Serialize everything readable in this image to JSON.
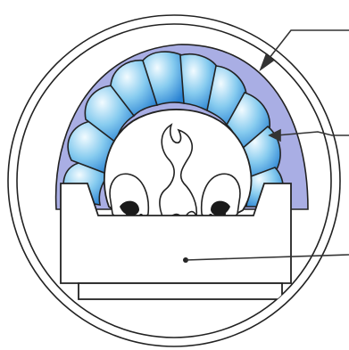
{
  "diagram": {
    "callouts": [
      {
        "target": "outer-liner"
      },
      {
        "target": "inflatable-cushion-segments"
      },
      {
        "target": "front-box-support"
      }
    ]
  },
  "colors": {
    "outline": "#222222",
    "liner_fill": "#a9aee4",
    "cushion_light": "#e6f6fd",
    "cushion_mid": "#7fc6ee",
    "cushion_dark": "#2b86d6",
    "box_fill": "#ffffff",
    "dog_fill": "#ffffff",
    "nose_fill": "#1a1a1a"
  },
  "icons": [
    "dog-head-icon",
    "dog-nose-icon"
  ]
}
